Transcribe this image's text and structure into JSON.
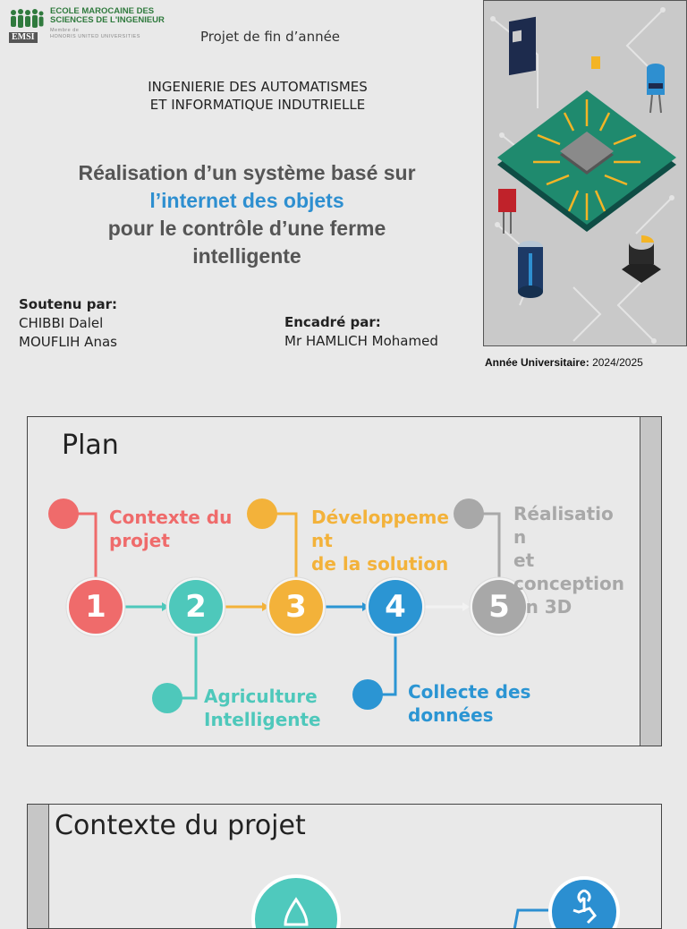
{
  "cover": {
    "logo_line1": "ECOLE MAROCAINE DES",
    "logo_line2": "SCIENCES DE L'INGENIEUR",
    "logo_sub1": "Membre de",
    "logo_sub2": "HONORIS UNITED UNIVERSITIES",
    "logo_emsi": "EMSI",
    "project_type": "Projet de fin d’année",
    "department_line1": "INGENIERIE DES AUTOMATISMES",
    "department_line2": "ET INFORMATIQUE INDUTRIELLE",
    "title_line1": "Réalisation d’un système basé sur",
    "title_accent": "l’internet des objets",
    "title_line3": "pour le contrôle d’une ferme",
    "title_line4": "intelligente",
    "presented_by_label": "Soutenu par:",
    "student1": "CHIBBI Dalel",
    "student2": "MOUFLIH Anas",
    "supervisor_label": "Encadré par:",
    "supervisor": "Mr HAMLICH Mohamed",
    "year_label": "Année Universitaire:",
    "year_value": "2024/2025"
  },
  "plan": {
    "title": "Plan",
    "steps": [
      {
        "number": "1",
        "label": "Contexte du\nprojet",
        "color": "#ef6b6b"
      },
      {
        "number": "2",
        "label": "Agriculture\nIntelligente",
        "color": "#4ec8bb"
      },
      {
        "number": "3",
        "label": "Développeme\nnt\nde la solution",
        "color": "#f3b23a"
      },
      {
        "number": "4",
        "label": "Collecte des\ndonnées",
        "color": "#2b95d3"
      },
      {
        "number": "5",
        "label": "Réalisatio\nn\net\nconception\nen 3D",
        "color": "#a8a8a8"
      }
    ]
  },
  "context": {
    "title": "Contexte du projet",
    "icons": [
      "water-drop-icon",
      "plant-hand-icon"
    ]
  }
}
